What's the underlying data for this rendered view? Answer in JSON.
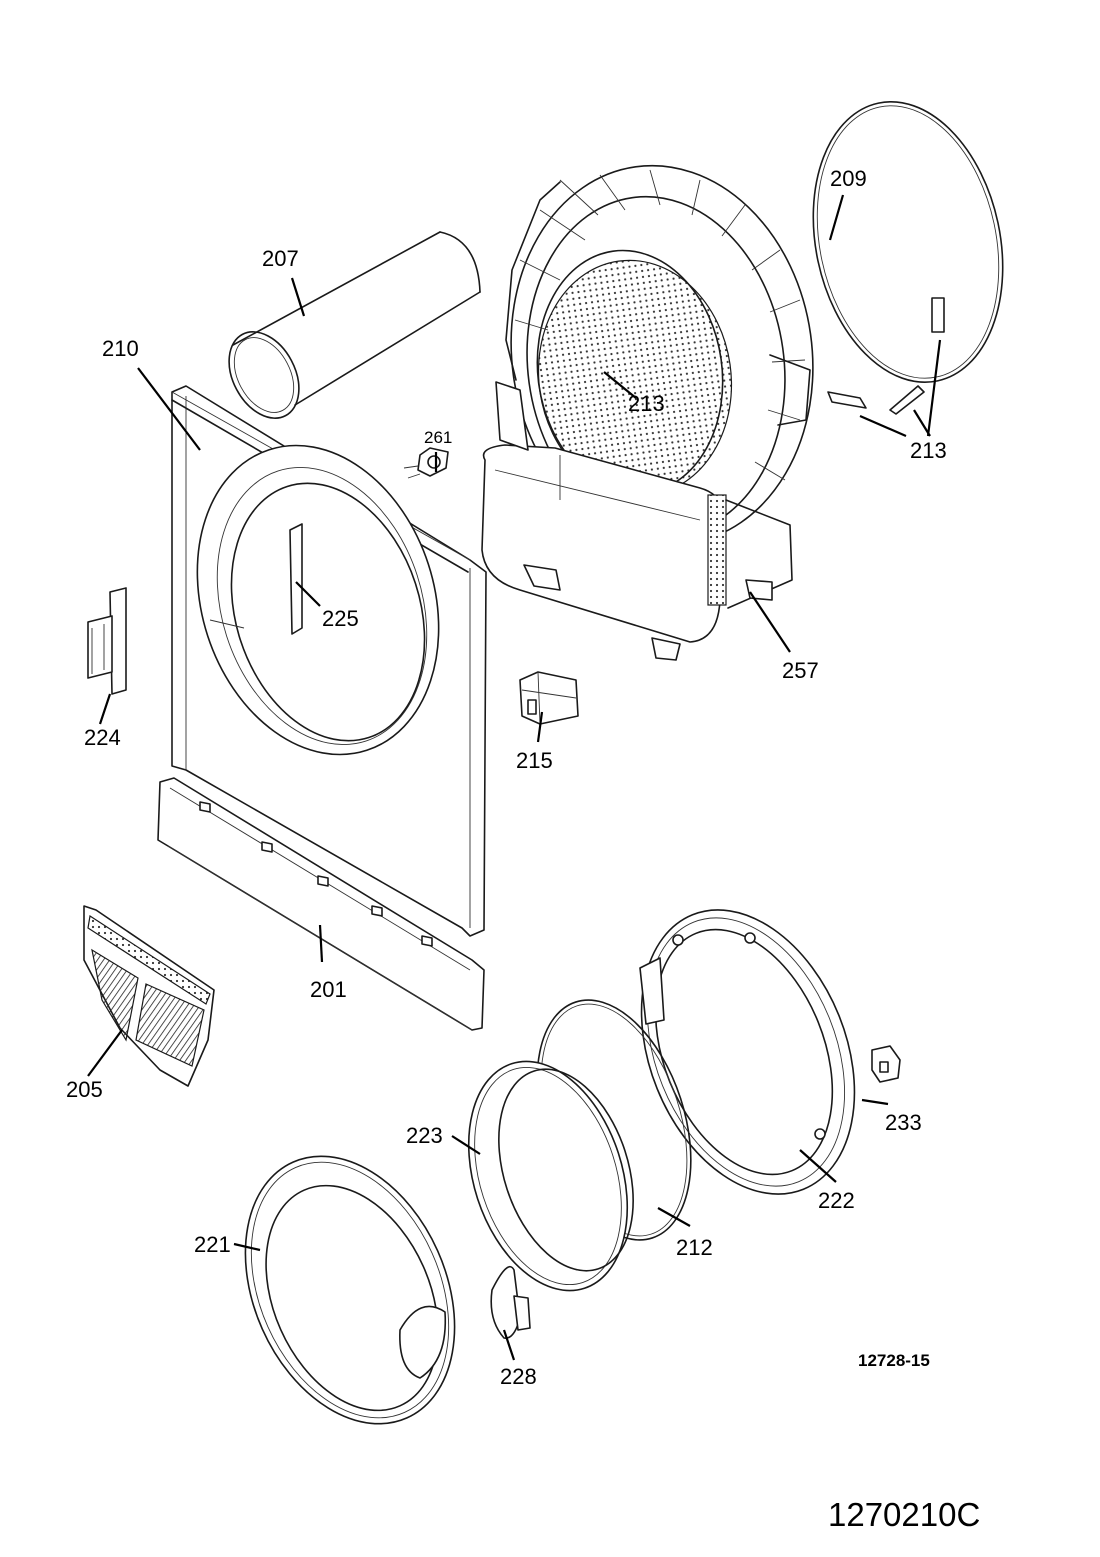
{
  "diagram": {
    "labels": {
      "p201": "201",
      "p205": "205",
      "p207": "207",
      "p209": "209",
      "p210": "210",
      "p212": "212",
      "p213a": "213",
      "p213b": "213",
      "p215": "215",
      "p221": "221",
      "p222": "222",
      "p223": "223",
      "p224": "224",
      "p225": "225",
      "p228": "228",
      "p233": "233",
      "p257": "257",
      "p261": "261"
    },
    "reference_code": "12728-15",
    "document_number": "1270210C"
  }
}
